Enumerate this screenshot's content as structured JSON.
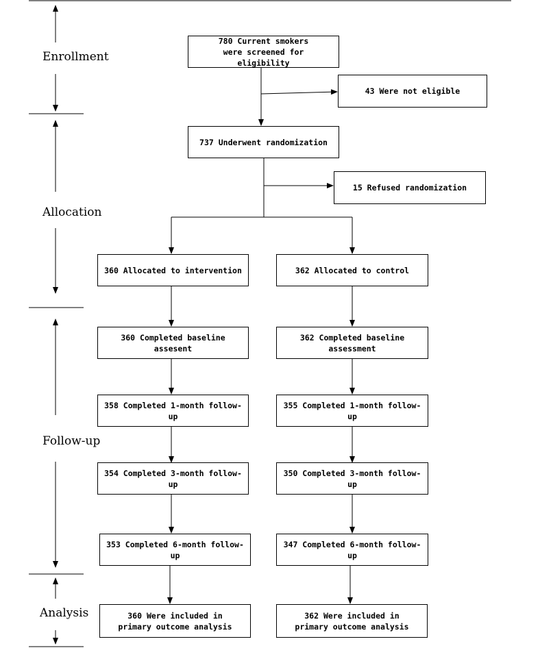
{
  "stages": {
    "enrollment": "Enrollment",
    "allocation": "Allocation",
    "followup": "Follow-up",
    "analysis": "Analysis"
  },
  "boxes": {
    "screened": "780 Current smokers were screened for eligibility",
    "not_eligible": "43 Were not eligible",
    "randomized": "737 Underwent randomization",
    "refused": "15 Refused randomization",
    "alloc_intervention": "360 Allocated to intervention",
    "alloc_control": "362 Allocated to control",
    "baseline_intervention": "360 Completed baseline assesent",
    "baseline_control": "362 Completed baseline assessment",
    "m1_intervention": "358 Completed 1-month follow-up",
    "m1_control": "355 Completed 1-month follow-up",
    "m3_intervention": "354 Completed 3-month follow-up",
    "m3_control": "350 Completed 3-month follow-up",
    "m6_intervention": "353 Completed 6-month follow-up",
    "m6_control": "347 Completed 6-month follow-up",
    "analysis_intervention": "360 Were included in primary outcome analysis",
    "analysis_control": "362 Were included in primary outcome analysis"
  }
}
